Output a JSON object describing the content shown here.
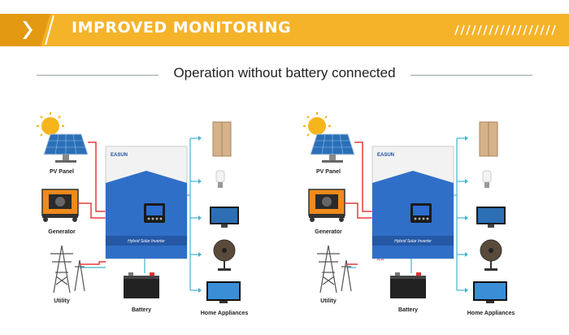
{
  "banner": {
    "title": "IMPROVED MONITORING",
    "colors": {
      "bg": "#f5b32a",
      "dark": "#e39a12",
      "text": "#ffffff"
    }
  },
  "subtitle": "Operation without battery connected",
  "diagrams": [
    {
      "id": "left",
      "inverter": {
        "brand": "EASUN",
        "label": "Hybrid Solar Inverter"
      },
      "sources": {
        "pv": "PV Panel",
        "generator": "Generator",
        "utility": "Utility"
      },
      "battery": "Battery",
      "loads": "Home Appliances",
      "grid_connected": true
    },
    {
      "id": "right",
      "inverter": {
        "brand": "EASUN",
        "label": "Hybrid Solar Inverter"
      },
      "sources": {
        "pv": "PV Panel",
        "generator": "Generator",
        "utility": "Utility"
      },
      "battery": "Battery",
      "loads": "Home Appliances",
      "grid_connected": false,
      "disconnect_mark": "××"
    }
  ],
  "colors": {
    "wire_red": "#e53b3b",
    "wire_cyan": "#3fb5cf",
    "inverter_blue": "#2f6fc8",
    "solar": "#2a6fb8"
  }
}
